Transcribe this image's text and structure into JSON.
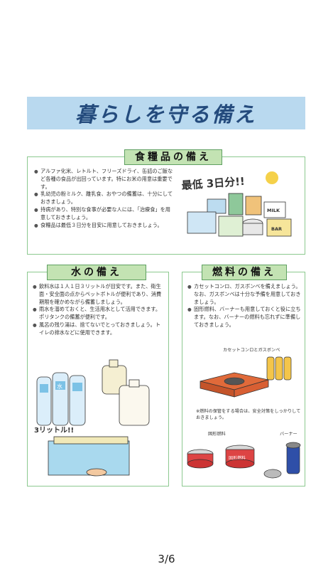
{
  "banner": {
    "title": "暮らしを守る備え"
  },
  "food": {
    "heading": "食糧品の備え",
    "items": [
      "アルファ化米、レトルト、フリーズドライ、缶詰のご飯など各種の食品が出回っています。特にお米の用意は重要です。",
      "乳幼児の粉ミルク、離乳食、おやつの備蓄は、十分にしておきましょう。",
      "持病があり、特別な食事が必要な人には、「治療食」を用意しておきましょう。",
      "食糧品は最低３日分を目安に用意しておきましょう。"
    ],
    "illus_text": "最低 3日分!!",
    "pack_labels": [
      "MILK",
      "BAR"
    ]
  },
  "water": {
    "heading": "水の備え",
    "items": [
      "飲料水は１人１日３リットルが目安です。また、衛生面・安全面の点からペットボトルが便利であり、消費期限を確かめながら備蓄しましょう。",
      "雨水を溜めておくと、生活用水として活用できます。ポリタンクの備蓄が便利です。",
      "風呂の残り湯は、捨てないでとっておきましょう。トイレの排水などに使用できます。"
    ],
    "bottle_label": "水",
    "illus_text": "3リットル!!"
  },
  "fuel": {
    "heading": "燃料の備え",
    "items": [
      "カセットコンロ、ガスボンベを備えましょう。なお、ガスボンベは十分な予備を用意しておきましょう。",
      "固形燃料、バーナーも用意しておくと役に立ちます。なお、バーナーの燃料も忘れずに準備しておきましょう。"
    ],
    "stove_caption": "カセットコンロとガスボンベ",
    "note": "※燃料の保管をする場合は、安全対策をしっかりしておきましょう。",
    "solid_fuel_caption": "固形燃料",
    "burner_caption": "バーナー",
    "can_label": "固形燃料"
  },
  "page": {
    "number": "3/6"
  }
}
